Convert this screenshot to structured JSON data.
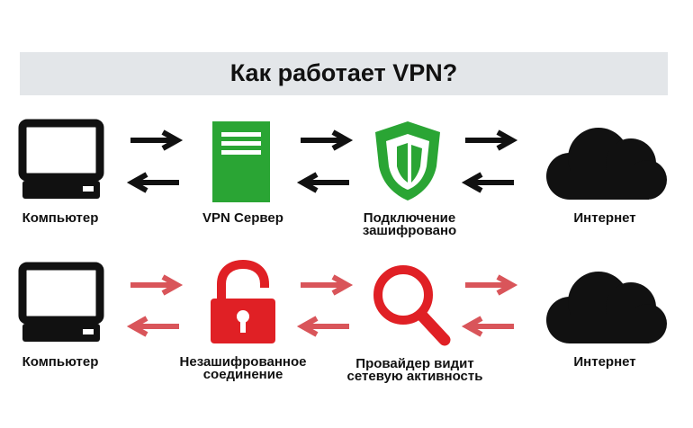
{
  "title": "Как работает VPN?",
  "colors": {
    "accent_green": "#2aa534",
    "accent_red": "#e02025",
    "arrow_dark": "#111111",
    "arrow_red": "#d9555a",
    "title_bg": "#e3e6e9"
  },
  "secure_row": {
    "computer_label": "Компьютер",
    "server_label": "VPN Сервер",
    "encrypted_label_line1": "Подключение",
    "encrypted_label_line2": "зашифровано",
    "internet_label": "Интернет",
    "icons": [
      "computer-icon",
      "server-icon",
      "shield-icon",
      "cloud-icon"
    ]
  },
  "insecure_row": {
    "computer_label": "Компьютер",
    "unencrypted_label_line1": "Незашифрованное",
    "unencrypted_label_line2": "соединение",
    "provider_label_line1": "Провайдер видит",
    "provider_label_line2": "сетевую активность",
    "internet_label": "Интернет",
    "icons": [
      "computer-icon",
      "unlocked-padlock-icon",
      "magnifier-icon",
      "cloud-icon"
    ]
  }
}
